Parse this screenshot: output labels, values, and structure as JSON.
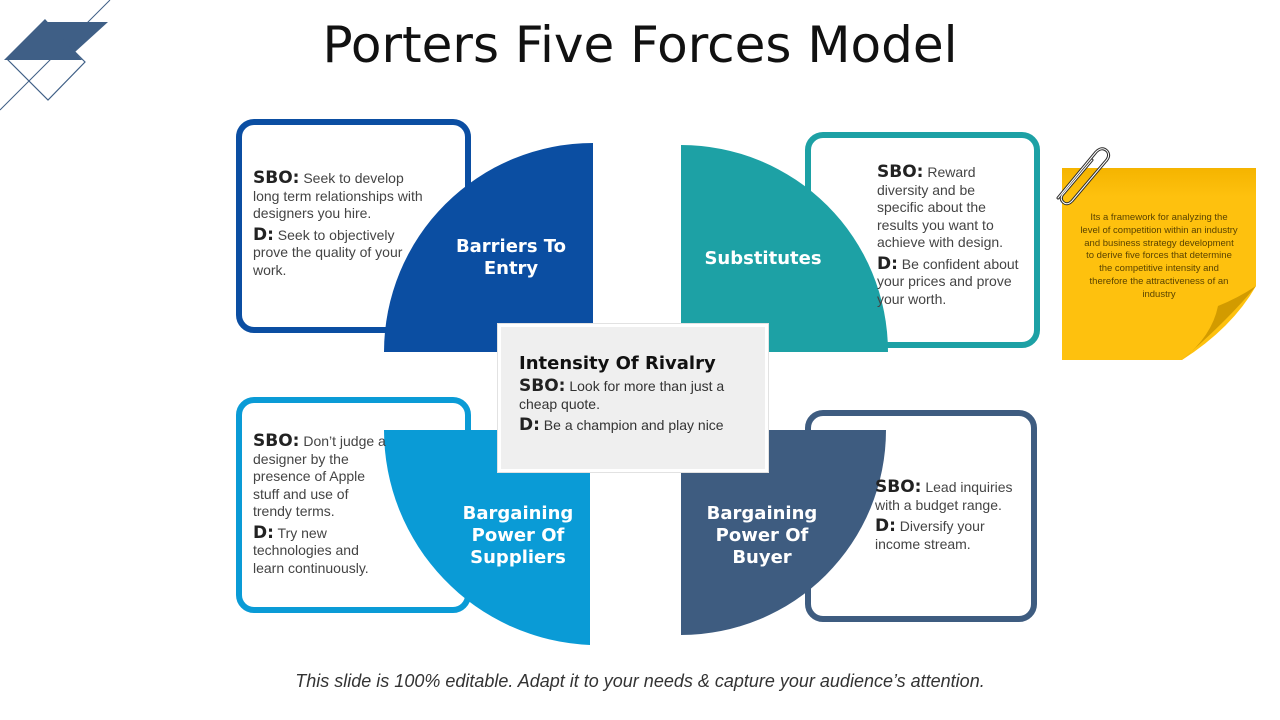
{
  "title": "Porters Five Forces Model",
  "footer": "This slide is 100% editable. Adapt it to your needs & capture your audience’s attention.",
  "note": "Its a framework for analyzing the level of competition  within an industry and business strategy development to derive five forces that determine the competitive intensity and therefore the attractiveness of an industry",
  "center": {
    "title": "Intensity Of Rivalry",
    "sbo_label": "SBO:",
    "sbo_text": " Look for more than just a cheap quote.",
    "d_label": "D:",
    "d_text": " Be a champion and play nice"
  },
  "forces": {
    "barriers": {
      "label": "Barriers To Entry",
      "sbo_label": "SBO:",
      "sbo_text": " Seek to develop long term relationships with designers you hire.",
      "d_label": "D:",
      "d_text": " Seek to objectively prove the quality of your work."
    },
    "substitutes": {
      "label": "Substitutes",
      "sbo_label": "SBO:",
      "sbo_text": " Reward diversity and be specific about the results you want to achieve with design.",
      "d_label": "D:",
      "d_text": " Be confident about your prices and prove your worth."
    },
    "suppliers": {
      "label": "Bargaining Power Of Suppliers",
      "sbo_label": "SBO:",
      "sbo_text": " Don’t judge a designer by the presence of Apple stuff and use of trendy terms.",
      "d_label": "D:",
      "d_text": " Try new technologies and learn continuously."
    },
    "buyer": {
      "label": "Bargaining Power Of Buyer",
      "sbo_label": "SBO:",
      "sbo_text": " Lead inquiries with a budget range.",
      "d_label": "D:",
      "d_text": " Diversify your income stream."
    }
  },
  "colors": {
    "barriers": "#0b4ea2",
    "substitutes": "#1da1a5",
    "suppliers": "#0a9bd6",
    "buyer": "#3e5c80",
    "note": "#fec10e",
    "note_fold": "#d29b00"
  }
}
